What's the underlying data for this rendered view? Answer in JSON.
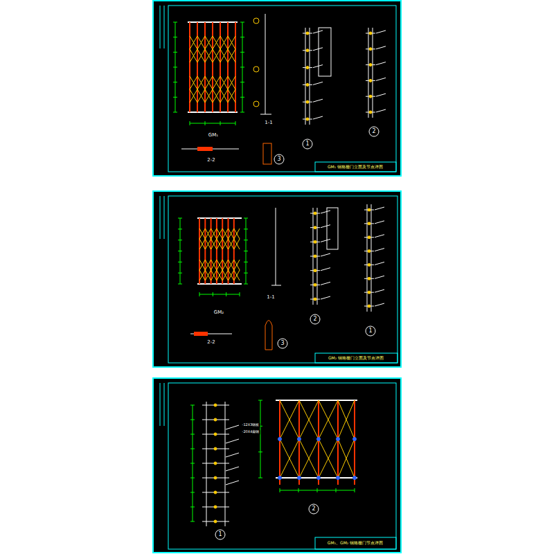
{
  "diagram": {
    "labels": [
      "GM₁",
      "1-1",
      "2-2",
      "1",
      "2",
      "3",
      "GM₁ 钢格栅门立面及节点详图",
      "GM₂",
      "1-1",
      "2-2",
      "2",
      "1",
      "3",
      "GM₂ 钢格栅门立面及节点详图",
      "1",
      "2",
      "GM₁、GM₂ 钢格栅门节点详图",
      "-12X3钢板",
      "-20X4扁钢"
    ]
  }
}
